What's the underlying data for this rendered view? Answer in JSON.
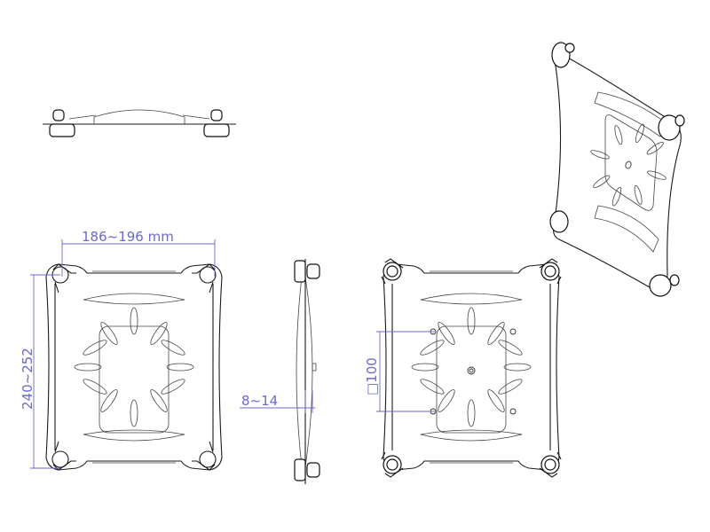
{
  "drawing": {
    "views": [
      {
        "id": "top-view",
        "label": "Top edge view"
      },
      {
        "id": "front-view-dimensioned",
        "label": "Front view with clamp range dimensions"
      },
      {
        "id": "side-view",
        "label": "Side view with thickness dimension"
      },
      {
        "id": "back-view-vesa",
        "label": "Back view with VESA pattern"
      },
      {
        "id": "isometric-view",
        "label": "Isometric view"
      }
    ],
    "dimensions": {
      "width_range": "186~196  mm",
      "height_range": "240~252",
      "thickness_range": "8~14",
      "vesa_pattern": "□100"
    },
    "colors": {
      "line": "#1a1a1a",
      "dimension": "#6a6ad0",
      "background": "#ffffff"
    }
  }
}
